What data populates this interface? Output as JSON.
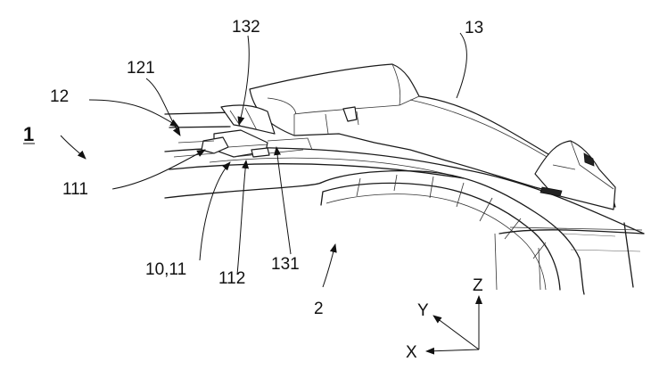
{
  "labels": {
    "l1": "1",
    "l2": "2",
    "l10_11": "10,11",
    "l12": "12",
    "l13": "13",
    "l111": "111",
    "l112": "112",
    "l121": "121",
    "l131": "131",
    "l132": "132"
  },
  "axes": {
    "x": "X",
    "y": "Y",
    "z": "Z"
  }
}
